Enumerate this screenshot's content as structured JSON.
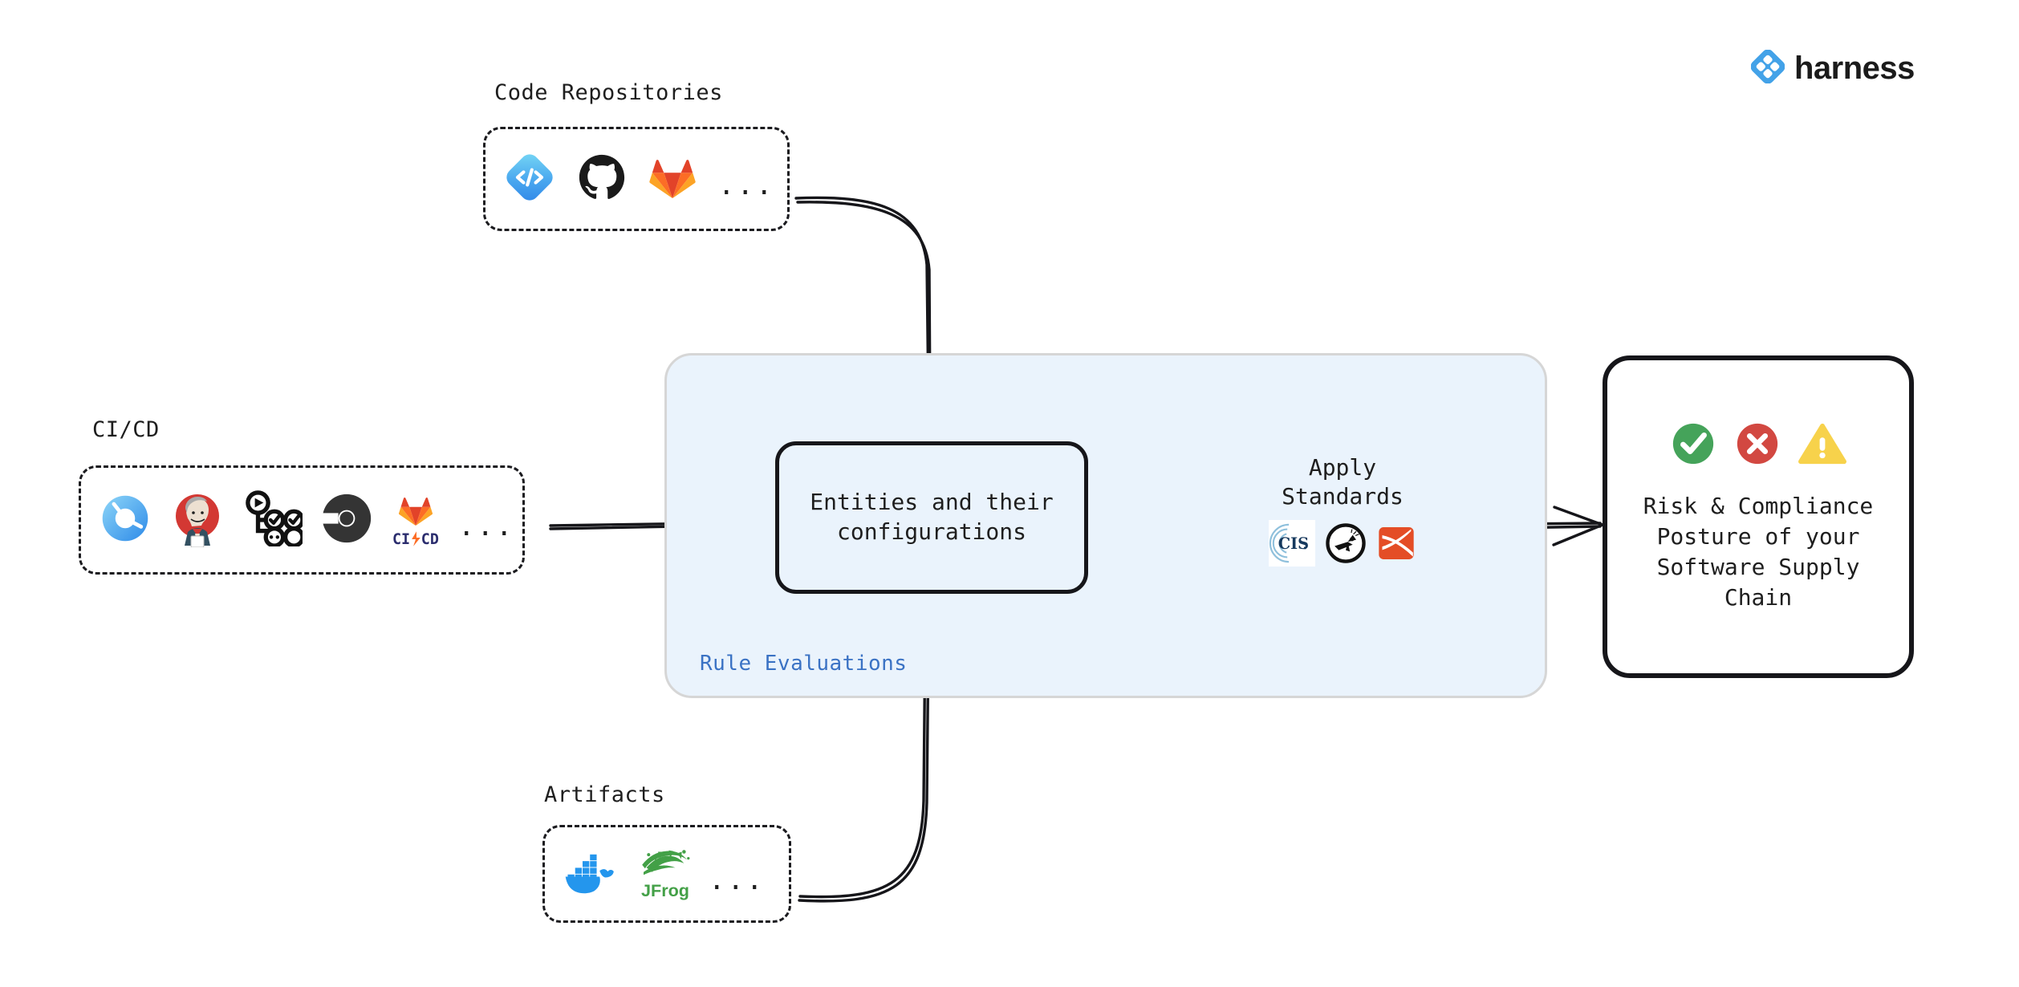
{
  "brand": {
    "name": "harness",
    "logo_icon": "harness-diamond-logo",
    "color": "#43a2e8"
  },
  "groups": [
    {
      "id": "code-repositories",
      "label": "Code Repositories",
      "ellipsis": "...",
      "icons": [
        {
          "name": "harness-code-icon",
          "title": "Harness Code"
        },
        {
          "name": "github-icon",
          "title": "GitHub"
        },
        {
          "name": "gitlab-icon",
          "title": "GitLab"
        }
      ]
    },
    {
      "id": "ci-cd",
      "label": "CI/CD",
      "ellipsis": "...",
      "icons": [
        {
          "name": "harness-ci-icon",
          "title": "Harness CI"
        },
        {
          "name": "jenkins-icon",
          "title": "Jenkins"
        },
        {
          "name": "github-actions-icon",
          "title": "GitHub Actions"
        },
        {
          "name": "circleci-icon",
          "title": "CircleCI"
        },
        {
          "name": "gitlab-cicd-icon",
          "title": "GitLab CI/CD",
          "text": "CI CD"
        }
      ]
    },
    {
      "id": "artifacts",
      "label": "Artifacts",
      "ellipsis": "...",
      "icons": [
        {
          "name": "docker-icon",
          "title": "Docker"
        },
        {
          "name": "jfrog-icon",
          "title": "JFrog",
          "text": "JFrog"
        }
      ]
    }
  ],
  "rule_panel": {
    "label": "Rule Evaluations",
    "accent": "#3a72c4",
    "fill": "#eaf3fc"
  },
  "entities_box": {
    "text": "Entities and their configurations"
  },
  "apply_standards": {
    "text": "Apply\nStandards",
    "icons": [
      {
        "name": "cis-icon",
        "title": "CIS",
        "text": "CIS"
      },
      {
        "name": "owasp-icon",
        "title": "OWASP"
      },
      {
        "name": "slsa-icon",
        "title": "SLSA"
      }
    ]
  },
  "outcome": {
    "text": "Risk & Compliance Posture of your Software Supply Chain",
    "statuses": [
      {
        "name": "success-check-icon",
        "label": "pass",
        "color": "#45a35a"
      },
      {
        "name": "error-cross-icon",
        "label": "fail",
        "color": "#d24841"
      },
      {
        "name": "warning-triangle-icon",
        "label": "warning",
        "color": "#f7d24b"
      }
    ]
  },
  "flow": {
    "edges": [
      {
        "from": "code-repositories",
        "to": "entities_box"
      },
      {
        "from": "ci-cd",
        "to": "entities_box"
      },
      {
        "from": "artifacts",
        "to": "entities_box"
      },
      {
        "from": "entities_box",
        "to": "apply_standards"
      },
      {
        "from": "apply_standards",
        "to": "outcome"
      }
    ]
  }
}
